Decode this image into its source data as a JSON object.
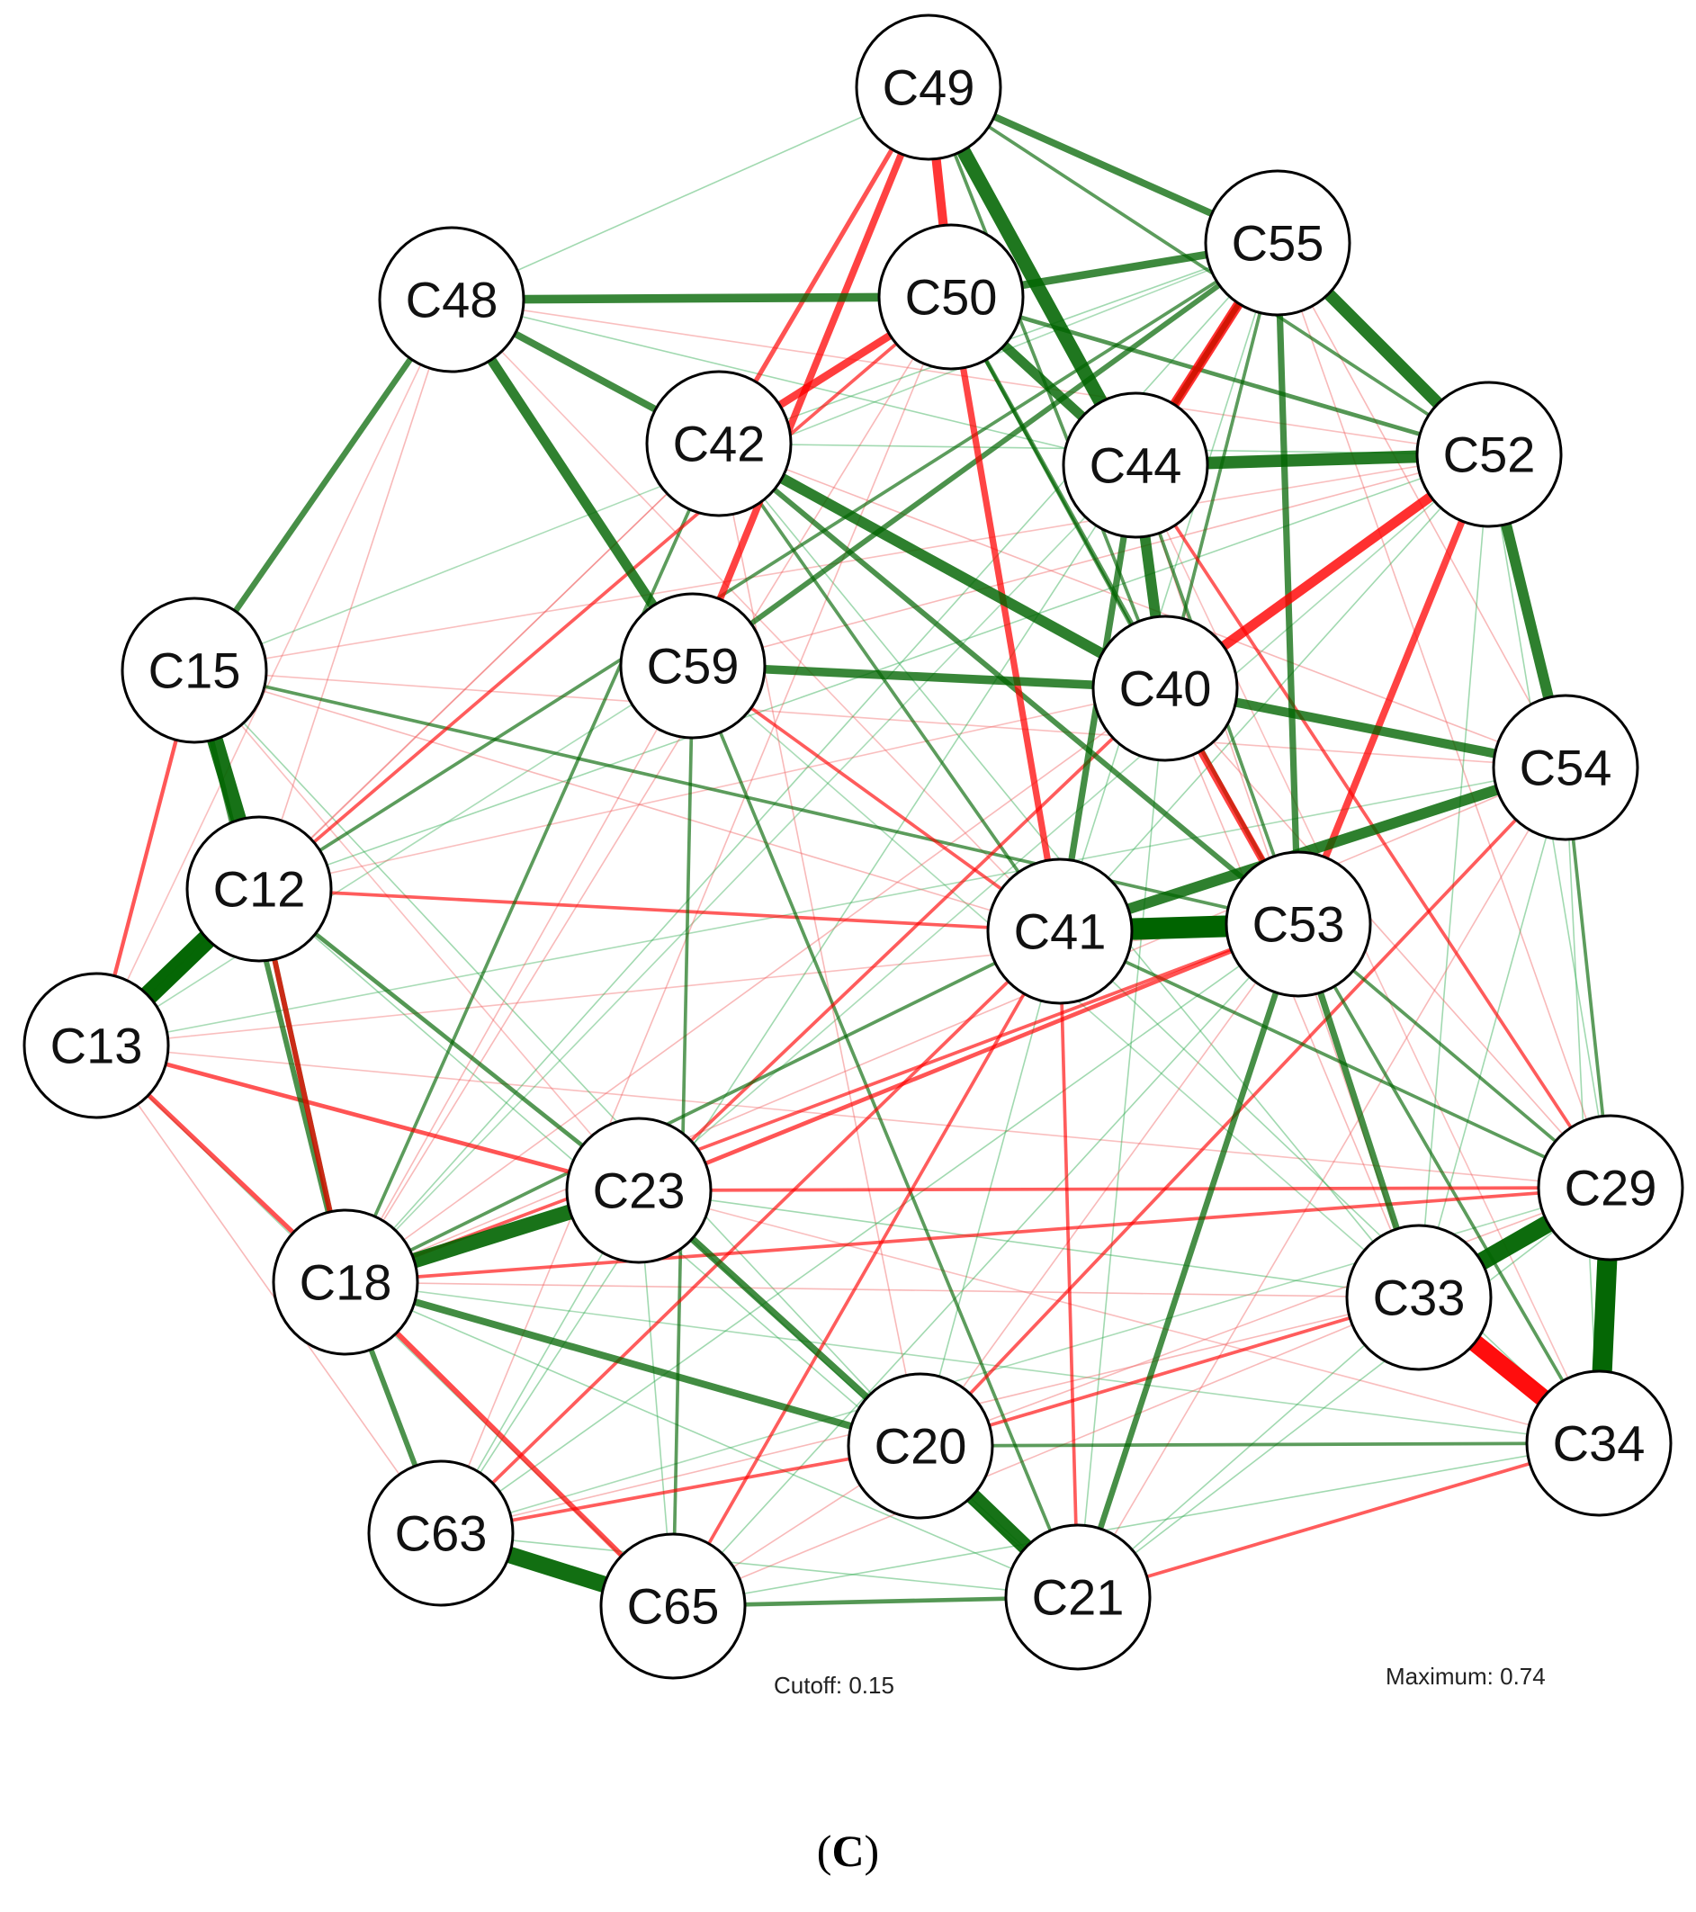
{
  "colors": {
    "positive": "#006400",
    "negative": "#ff0000"
  },
  "nodes": [
    {
      "id": "C49"
    },
    {
      "id": "C55"
    },
    {
      "id": "C50"
    },
    {
      "id": "C48"
    },
    {
      "id": "C42"
    },
    {
      "id": "C44"
    },
    {
      "id": "C52"
    },
    {
      "id": "C15"
    },
    {
      "id": "C59"
    },
    {
      "id": "C40"
    },
    {
      "id": "C54"
    },
    {
      "id": "C12"
    },
    {
      "id": "C41"
    },
    {
      "id": "C53"
    },
    {
      "id": "C13"
    },
    {
      "id": "C23"
    },
    {
      "id": "C29"
    },
    {
      "id": "C18"
    },
    {
      "id": "C33"
    },
    {
      "id": "C20"
    },
    {
      "id": "C34"
    },
    {
      "id": "C63"
    },
    {
      "id": "C65"
    },
    {
      "id": "C21"
    }
  ],
  "edges": [
    [
      "C41",
      "C53",
      0.74
    ],
    [
      "C12",
      "C13",
      0.7
    ],
    [
      "C29",
      "C34",
      0.7
    ],
    [
      "C29",
      "C33",
      0.65
    ],
    [
      "C33",
      "C34",
      -0.65
    ],
    [
      "C63",
      "C65",
      0.62
    ],
    [
      "C15",
      "C12",
      0.6
    ],
    [
      "C20",
      "C21",
      0.6
    ],
    [
      "C18",
      "C23",
      0.58
    ],
    [
      "C49",
      "C44",
      0.55
    ],
    [
      "C55",
      "C52",
      0.5
    ],
    [
      "C44",
      "C52",
      0.5
    ],
    [
      "C52",
      "C54",
      0.45
    ],
    [
      "C41",
      "C54",
      0.45
    ],
    [
      "C44",
      "C40",
      0.45
    ],
    [
      "C42",
      "C40",
      0.45
    ],
    [
      "C48",
      "C59",
      0.42
    ],
    [
      "C50",
      "C44",
      0.42
    ],
    [
      "C40",
      "C54",
      0.4
    ],
    [
      "C48",
      "C50",
      0.38
    ],
    [
      "C59",
      "C40",
      0.38
    ],
    [
      "C50",
      "C55",
      0.35
    ],
    [
      "C49",
      "C55",
      0.32
    ],
    [
      "C48",
      "C42",
      0.32
    ],
    [
      "C23",
      "C20",
      0.32
    ],
    [
      "C18",
      "C20",
      0.32
    ],
    [
      "C55",
      "C53",
      0.3
    ],
    [
      "C44",
      "C41",
      0.3
    ],
    [
      "C53",
      "C33",
      0.3
    ],
    [
      "C48",
      "C15",
      0.28
    ],
    [
      "C15",
      "C18",
      0.25
    ],
    [
      "C59",
      "C55",
      0.25
    ],
    [
      "C42",
      "C53",
      0.25
    ],
    [
      "C53",
      "C21",
      0.28
    ],
    [
      "C12",
      "C18",
      0.25
    ],
    [
      "C18",
      "C63",
      0.25
    ],
    [
      "C44",
      "C55",
      0.28
    ],
    [
      "C55",
      "C44",
      0.25
    ],
    [
      "C55",
      "C44",
      -0.42
    ],
    [
      "C52",
      "C40",
      -0.42
    ],
    [
      "C49",
      "C50",
      -0.4
    ],
    [
      "C50",
      "C42",
      -0.35
    ],
    [
      "C49",
      "C59",
      -0.32
    ],
    [
      "C50",
      "C41",
      -0.3
    ],
    [
      "C52",
      "C53",
      -0.32
    ],
    [
      "C40",
      "C53",
      -0.32
    ],
    [
      "C12",
      "C18",
      -0.25
    ],
    [
      "C13",
      "C18",
      -0.22
    ],
    [
      "C18",
      "C65",
      -0.25
    ],
    [
      "C23",
      "C53",
      -0.2
    ],
    [
      "C13",
      "C23",
      -0.2
    ],
    [
      "C49",
      "C42",
      -0.22
    ],
    [
      "C49",
      "C48",
      0.12
    ],
    [
      "C49",
      "C52",
      0.15
    ],
    [
      "C49",
      "C40",
      0.15
    ],
    [
      "C48",
      "C44",
      0.12
    ],
    [
      "C48",
      "C52",
      -0.1
    ],
    [
      "C48",
      "C12",
      -0.12
    ],
    [
      "C48",
      "C13",
      -0.1
    ],
    [
      "C48",
      "C41",
      -0.1
    ],
    [
      "C15",
      "C53",
      0.15
    ],
    [
      "C15",
      "C54",
      -0.1
    ],
    [
      "C15",
      "C41",
      -0.12
    ],
    [
      "C15",
      "C20",
      0.12
    ],
    [
      "C12",
      "C41",
      -0.15
    ],
    [
      "C12",
      "C55",
      0.15
    ],
    [
      "C12",
      "C52",
      0.12
    ],
    [
      "C12",
      "C23",
      0.2
    ],
    [
      "C12",
      "C21",
      0.12
    ],
    [
      "C12",
      "C42",
      -0.12
    ],
    [
      "C13",
      "C42",
      -0.12
    ],
    [
      "C13",
      "C53",
      -0.1
    ],
    [
      "C13",
      "C63",
      -0.12
    ],
    [
      "C13",
      "C54",
      0.1
    ],
    [
      "C13",
      "C29",
      -0.1
    ],
    [
      "C59",
      "C41",
      -0.15
    ],
    [
      "C59",
      "C21",
      0.15
    ],
    [
      "C59",
      "C65",
      0.15
    ],
    [
      "C59",
      "C18",
      -0.12
    ],
    [
      "C59",
      "C33",
      0.1
    ],
    [
      "C59",
      "C52",
      -0.12
    ],
    [
      "C59",
      "C13",
      0.1
    ],
    [
      "C42",
      "C41",
      0.15
    ],
    [
      "C42",
      "C33",
      0.12
    ],
    [
      "C42",
      "C54",
      -0.12
    ],
    [
      "C42",
      "C18",
      0.15
    ],
    [
      "C42",
      "C20",
      -0.12
    ],
    [
      "C50",
      "C52",
      0.2
    ],
    [
      "C50",
      "C40",
      0.15
    ],
    [
      "C50",
      "C53",
      0.2
    ],
    [
      "C50",
      "C18",
      -0.12
    ],
    [
      "C50",
      "C63",
      -0.12
    ],
    [
      "C50",
      "C12",
      -0.15
    ],
    [
      "C55",
      "C40",
      0.15
    ],
    [
      "C55",
      "C41",
      0.12
    ],
    [
      "C55",
      "C15",
      0.1
    ],
    [
      "C55",
      "C42",
      0.12
    ],
    [
      "C55",
      "C18",
      0.12
    ],
    [
      "C55",
      "C29",
      -0.12
    ],
    [
      "C55",
      "C54",
      -0.12
    ],
    [
      "C44",
      "C53",
      0.15
    ],
    [
      "C44",
      "C33",
      -0.12
    ],
    [
      "C44",
      "C29",
      -0.15
    ],
    [
      "C44",
      "C34",
      -0.1
    ],
    [
      "C44",
      "C18",
      0.1
    ],
    [
      "C44",
      "C63",
      0.12
    ],
    [
      "C52",
      "C42",
      0.12
    ],
    [
      "C52",
      "C41",
      0.12
    ],
    [
      "C52",
      "C29",
      0.12
    ],
    [
      "C52",
      "C23",
      0.1
    ],
    [
      "C52",
      "C33",
      0.12
    ],
    [
      "C52",
      "C15",
      -0.1
    ],
    [
      "C40",
      "C29",
      -0.12
    ],
    [
      "C40",
      "C23",
      -0.15
    ],
    [
      "C40",
      "C21",
      0.12
    ],
    [
      "C40",
      "C33",
      -0.12
    ],
    [
      "C40",
      "C18",
      -0.12
    ],
    [
      "C40",
      "C12",
      -0.1
    ],
    [
      "C54",
      "C20",
      -0.15
    ],
    [
      "C54",
      "C29",
      0.15
    ],
    [
      "C54",
      "C33",
      0.12
    ],
    [
      "C54",
      "C34",
      0.12
    ],
    [
      "C54",
      "C18",
      -0.12
    ],
    [
      "C54",
      "C21",
      -0.12
    ],
    [
      "C41",
      "C63",
      -0.15
    ],
    [
      "C41",
      "C65",
      -0.15
    ],
    [
      "C41",
      "C21",
      -0.15
    ],
    [
      "C41",
      "C34",
      0.12
    ],
    [
      "C41",
      "C20",
      0.12
    ],
    [
      "C41",
      "C29",
      0.15
    ],
    [
      "C41",
      "C18",
      0.15
    ],
    [
      "C53",
      "C29",
      0.15
    ],
    [
      "C53",
      "C34",
      0.15
    ],
    [
      "C53",
      "C20",
      -0.12
    ],
    [
      "C53",
      "C63",
      0.12
    ],
    [
      "C53",
      "C65",
      0.12
    ],
    [
      "C53",
      "C18",
      -0.15
    ],
    [
      "C23",
      "C29",
      -0.15
    ],
    [
      "C23",
      "C33",
      0.12
    ],
    [
      "C23",
      "C34",
      -0.1
    ],
    [
      "C23",
      "C63",
      0.12
    ],
    [
      "C23",
      "C65",
      0.12
    ],
    [
      "C23",
      "C21",
      0.12
    ],
    [
      "C23",
      "C15",
      -0.1
    ],
    [
      "C18",
      "C29",
      -0.15
    ],
    [
      "C18",
      "C33",
      -0.12
    ],
    [
      "C18",
      "C21",
      0.12
    ],
    [
      "C18",
      "C34",
      0.1
    ],
    [
      "C33",
      "C20",
      -0.15
    ],
    [
      "C33",
      "C21",
      0.12
    ],
    [
      "C33",
      "C65",
      -0.12
    ],
    [
      "C33",
      "C63",
      -0.12
    ],
    [
      "C34",
      "C20",
      0.15
    ],
    [
      "C34",
      "C21",
      -0.15
    ],
    [
      "C34",
      "C65",
      0.12
    ],
    [
      "C29",
      "C20",
      -0.12
    ],
    [
      "C29",
      "C63",
      0.1
    ],
    [
      "C29",
      "C21",
      0.12
    ],
    [
      "C20",
      "C63",
      -0.15
    ],
    [
      "C20",
      "C65",
      -0.12
    ],
    [
      "C65",
      "C21",
      0.2
    ],
    [
      "C63",
      "C21",
      0.12
    ],
    [
      "C13",
      "C15",
      -0.18
    ],
    [
      "C13",
      "C65",
      0.1
    ]
  ],
  "cutoff_text": "Cutoff: 0.15",
  "maximum_text": "Maximum: 0.74",
  "panel_label": {
    "open": "(",
    "letter": "C",
    "close": ")"
  }
}
